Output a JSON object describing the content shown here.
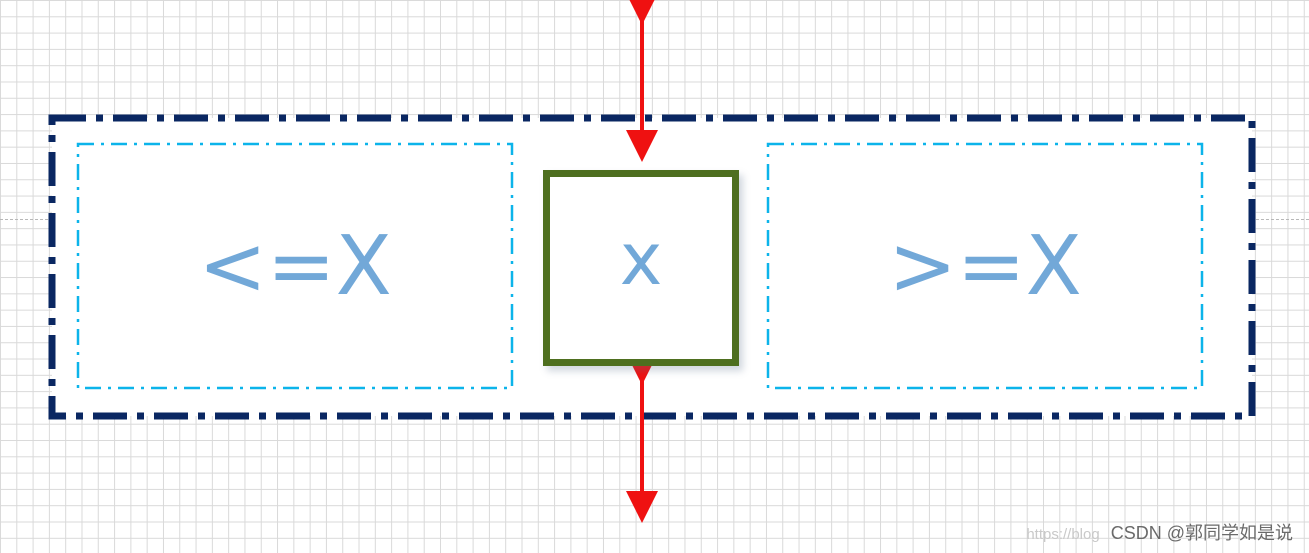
{
  "diagram": {
    "left_region_label": "<=X",
    "pivot_label": "x",
    "right_region_label": ">=X"
  },
  "watermark": {
    "url_text": "https://blog",
    "text": "CSDN @郭同学如是说"
  },
  "colors": {
    "grid": "#d9d9d9",
    "outer_border": "#0a2762",
    "region_border": "#0cb4ea",
    "pivot_border": "#4e6f1f",
    "label_text": "#72a8d8",
    "arrow": "#ef1111"
  }
}
